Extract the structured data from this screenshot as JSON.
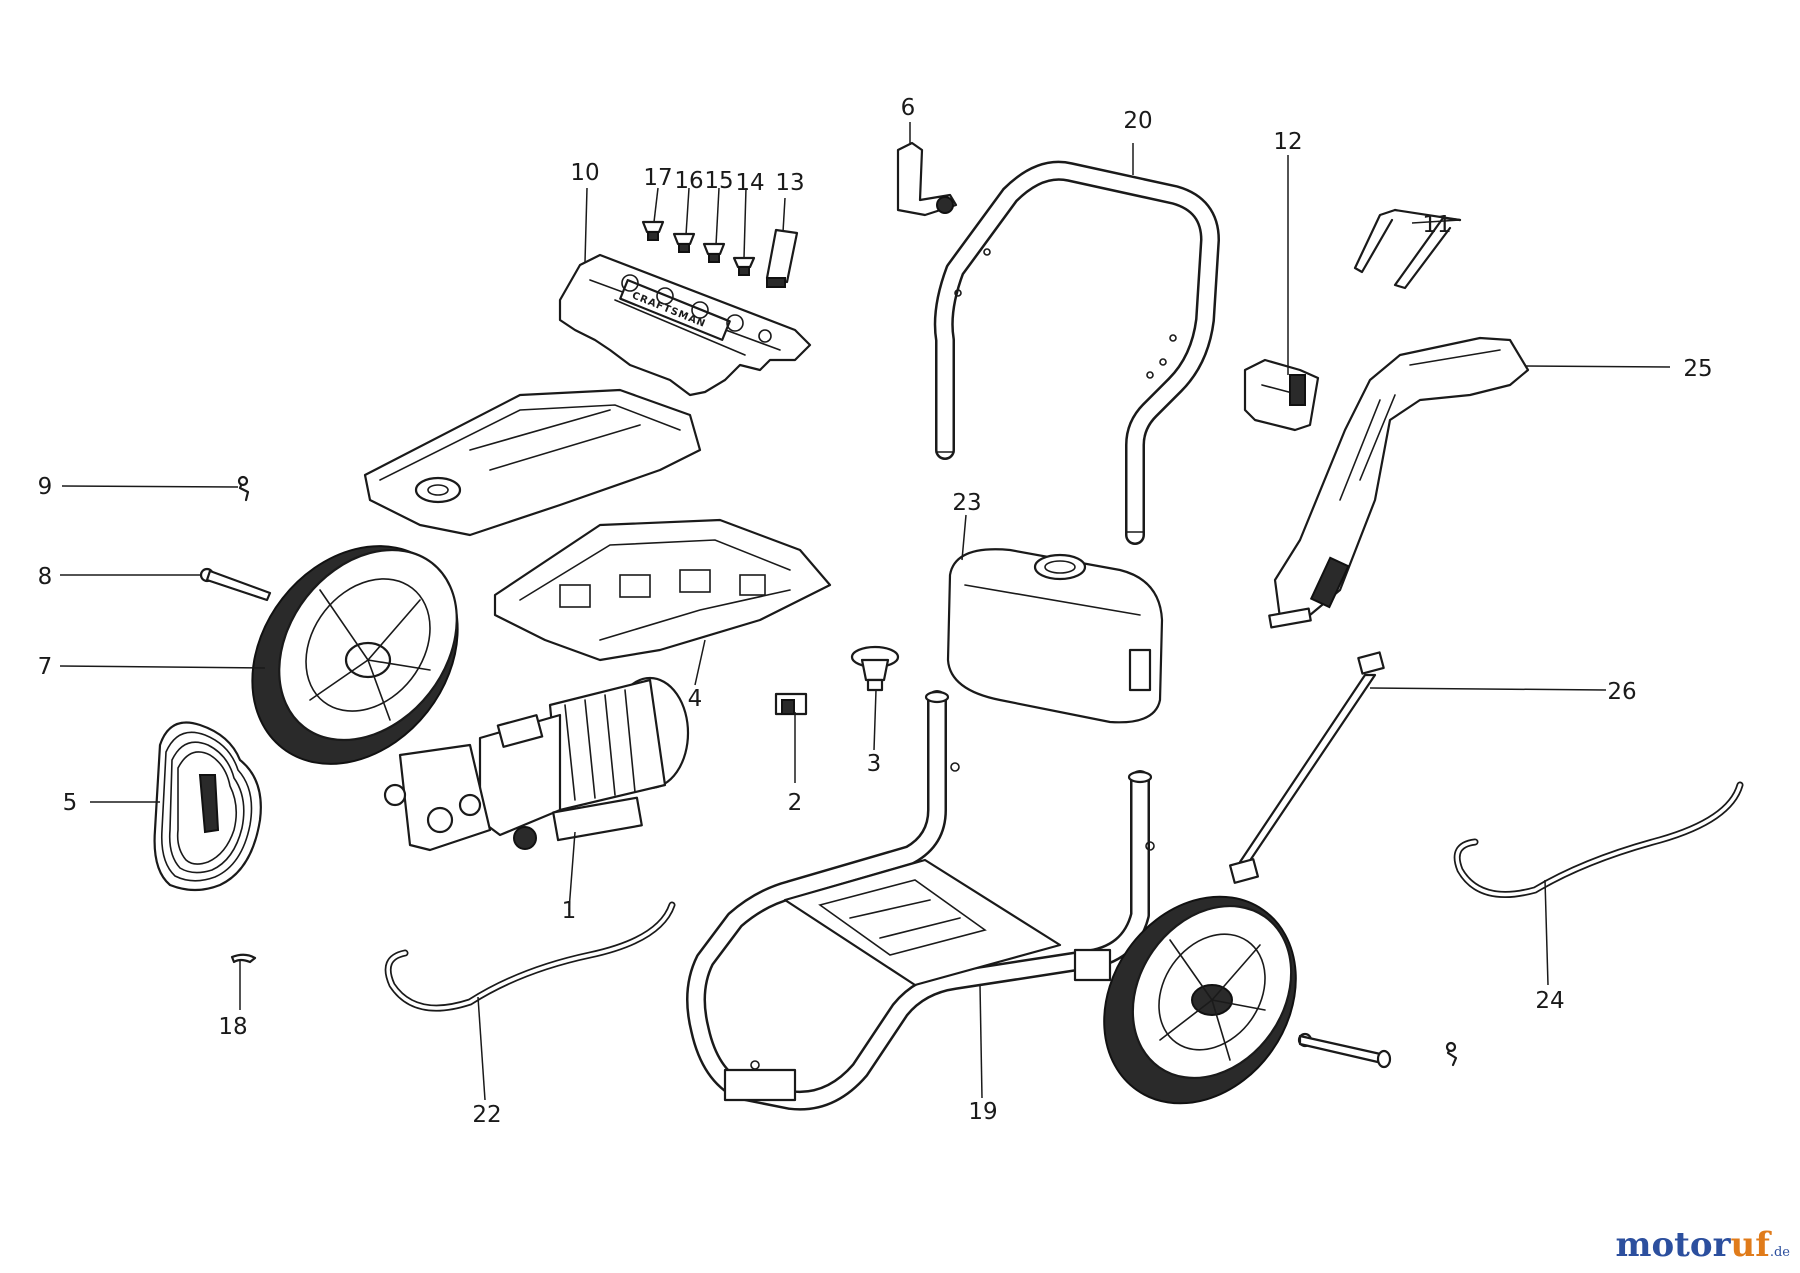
{
  "diagram": {
    "brand_mark": "CRAFTSMAN",
    "watermark": {
      "name_a": "motor",
      "name_b": "uf",
      "tld": ".de"
    },
    "callouts": [
      {
        "id": "1",
        "label": "1"
      },
      {
        "id": "2",
        "label": "2"
      },
      {
        "id": "3",
        "label": "3"
      },
      {
        "id": "4",
        "label": "4"
      },
      {
        "id": "5",
        "label": "5"
      },
      {
        "id": "6",
        "label": "6"
      },
      {
        "id": "7",
        "label": "7"
      },
      {
        "id": "8",
        "label": "8"
      },
      {
        "id": "9",
        "label": "9"
      },
      {
        "id": "10",
        "label": "10"
      },
      {
        "id": "11",
        "label": "11"
      },
      {
        "id": "12",
        "label": "12"
      },
      {
        "id": "13",
        "label": "13"
      },
      {
        "id": "14",
        "label": "14"
      },
      {
        "id": "15",
        "label": "15"
      },
      {
        "id": "16",
        "label": "16"
      },
      {
        "id": "17",
        "label": "17"
      },
      {
        "id": "18",
        "label": "18"
      },
      {
        "id": "19",
        "label": "19"
      },
      {
        "id": "20",
        "label": "20"
      },
      {
        "id": "22",
        "label": "22"
      },
      {
        "id": "23",
        "label": "23"
      },
      {
        "id": "24",
        "label": "24"
      },
      {
        "id": "25",
        "label": "25"
      },
      {
        "id": "26",
        "label": "26"
      }
    ]
  }
}
